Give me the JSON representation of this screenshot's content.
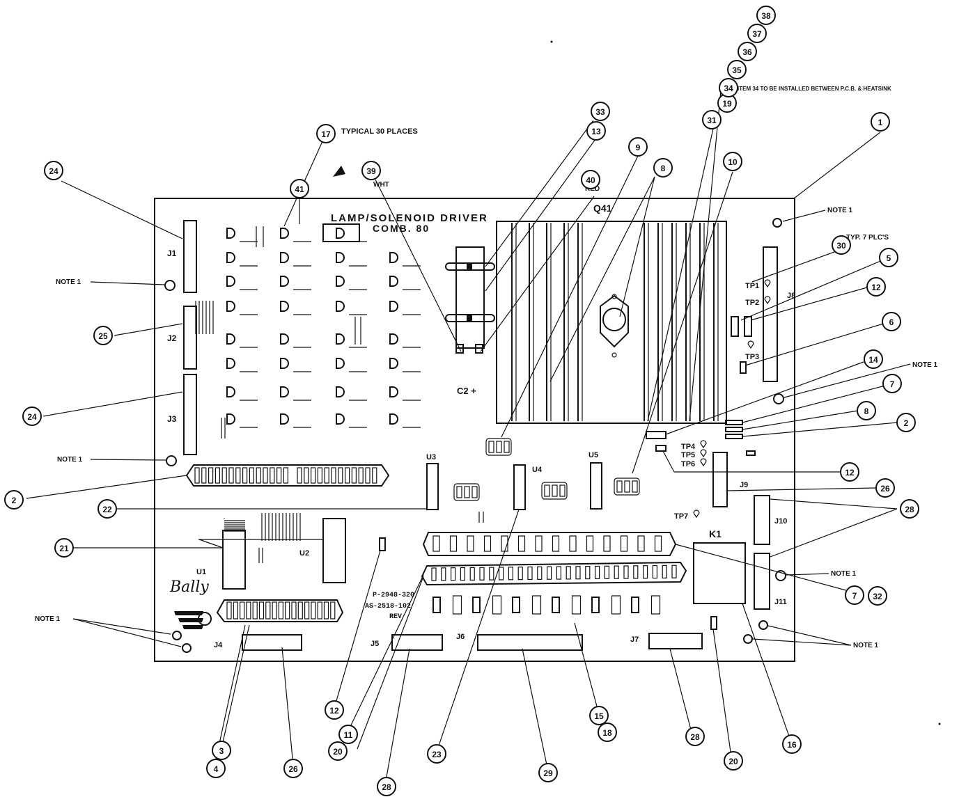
{
  "board": {
    "title_line1": "LAMP/SOLENOID DRIVER",
    "title_line2": "COMB. 80",
    "heatsink_label": "Q41",
    "cap_label": "C2 +",
    "relay_label": "K1",
    "part_no_1": "P-2948-320",
    "part_no_2": "AS-2518-102",
    "rev_label": "REV",
    "logo_text": "Bally",
    "wire_wht": "WHT",
    "wire_red": "RED",
    "typ_7": "TYP. 7 PLC'S"
  },
  "notes": {
    "typical_30": "TYPICAL 30 PLACES",
    "item34": "ITEM 34 TO BE INSTALLED BETWEEN P.C.B. & HEATSINK",
    "note1": "NOTE 1"
  },
  "connectors": [
    "J1",
    "J2",
    "J3",
    "J4",
    "J5",
    "J6",
    "J7",
    "J8",
    "J9",
    "J10",
    "J11"
  ],
  "ics": [
    "U1",
    "U2",
    "U3",
    "U4",
    "U5"
  ],
  "test_points": [
    "TP1",
    "TP2",
    "TP3",
    "TP4",
    "TP5",
    "TP6",
    "TP7"
  ],
  "callouts": {
    "c1": "1",
    "c2a": "2",
    "c2b": "2",
    "c3": "3",
    "c4": "4",
    "c5": "5",
    "c6": "6",
    "c7a": "7",
    "c7b": "7",
    "c8a": "8",
    "c8b": "8",
    "c9": "9",
    "c10": "10",
    "c11": "11",
    "c12a": "12",
    "c12b": "12",
    "c12c": "12",
    "c13": "13",
    "c14": "14",
    "c15": "15",
    "c16": "16",
    "c17": "17",
    "c18": "18",
    "c19": "19",
    "c20a": "20",
    "c20b": "20",
    "c21": "21",
    "c22": "22",
    "c23": "23",
    "c24a": "24",
    "c24b": "24",
    "c25": "25",
    "c26a": "26",
    "c26b": "26",
    "c28a": "28",
    "c28b": "28",
    "c28c": "28",
    "c29": "29",
    "c30": "30",
    "c31": "31",
    "c32": "32",
    "c33": "33",
    "c34": "34",
    "c35": "35",
    "c36": "36",
    "c37": "37",
    "c38": "38",
    "c39": "39",
    "c40": "40",
    "c41": "41"
  }
}
